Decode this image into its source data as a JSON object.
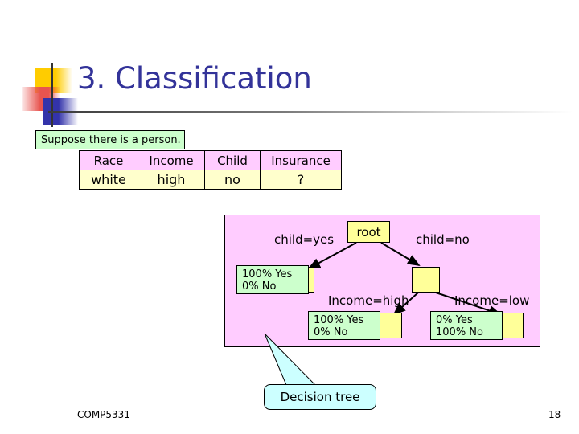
{
  "slide": {
    "title": "3. Classification",
    "title_color": "#333399",
    "background": "#ffffff"
  },
  "suppose": {
    "text": "Suppose there is a person.",
    "background": "#ccffcc"
  },
  "person_table": {
    "headers": [
      "Race",
      "Income",
      "Child",
      "Insurance"
    ],
    "row": [
      "white",
      "high",
      "no",
      "?"
    ],
    "header_background": "#ffccff",
    "cell_background": "#ffffcc"
  },
  "tree": {
    "panel_background": "#ffccff",
    "node_background": "#ffff99",
    "leaf_background": "#ccffcc",
    "root_label": "root",
    "edge_labels": {
      "child_yes": "child=yes",
      "child_no": "child=no",
      "income_high": "Income=high",
      "income_low": "Income=low"
    },
    "leaves": [
      {
        "line1": "100% Yes",
        "line2": "0% No"
      },
      {
        "line1": "100% Yes",
        "line2": "0% No"
      },
      {
        "line1": "0% Yes",
        "line2": "100% No"
      }
    ]
  },
  "callout": {
    "text": "Decision tree",
    "background": "#ccffff"
  },
  "footer": {
    "course": "COMP5331",
    "page_number": "18"
  }
}
